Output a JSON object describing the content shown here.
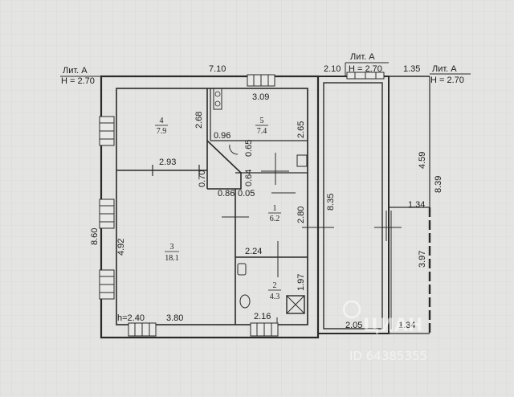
{
  "litera_left": {
    "line1": "Лит. А",
    "line2": "Н = 2.70"
  },
  "litera_mid": {
    "line1": "Лит. А",
    "line2": "Н = 2.70"
  },
  "litera_right": {
    "line1": "Лит. А",
    "line2": "Н = 2.70"
  },
  "dims": {
    "top_main": "7.10",
    "top_mid": "2.10",
    "top_right": "1.35",
    "left_height": "8.60",
    "room4_right": "2.68",
    "room5_top": "3.09",
    "room5_right": "2.65",
    "corr_a": "0.96",
    "corr_b": "0.65",
    "corr_c": "0.64",
    "corr_d": "0.70",
    "corr_e": "0.86",
    "corr_f": "0.05",
    "room4_bottom": "2.93",
    "room3_left": "4.92",
    "room1_right": "2.80",
    "room1_bottom": "2.24",
    "room2_right": "1.97",
    "bottom_left_h": "h=2.40",
    "bottom_room3": "3.80",
    "bottom_room2": "2.16",
    "veranda_height": "8.35",
    "veranda_bottom": "2.05",
    "right_a": "4.59",
    "right_b": "8.39",
    "right_c": "1.34",
    "right_d": "3.97",
    "right_bottom": "1.34"
  },
  "rooms": [
    {
      "num": "4",
      "area": "7.9"
    },
    {
      "num": "5",
      "area": "7.4"
    },
    {
      "num": "3",
      "area": "18.1"
    },
    {
      "num": "1",
      "area": "6.2"
    },
    {
      "num": "2",
      "area": "4.3"
    }
  ],
  "watermark": {
    "brand": "ЦИАН",
    "id": "ID 64385355"
  }
}
